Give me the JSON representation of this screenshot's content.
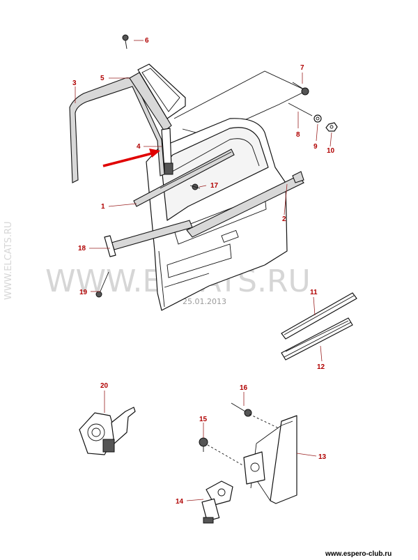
{
  "watermark": {
    "main": "WWW.ELCATS.RU",
    "side": "WWW.ELCATS.RU",
    "date": "25.01.2013"
  },
  "footer": {
    "site": "www.espero-club.ru"
  },
  "colors": {
    "callout": "#b00000",
    "arrow": "#e00000",
    "line": "#111111"
  },
  "callouts": [
    "1",
    "2",
    "3",
    "4",
    "5",
    "6",
    "7",
    "8",
    "9",
    "10",
    "11",
    "12",
    "13",
    "14",
    "15",
    "16",
    "17",
    "18",
    "19",
    "20"
  ]
}
